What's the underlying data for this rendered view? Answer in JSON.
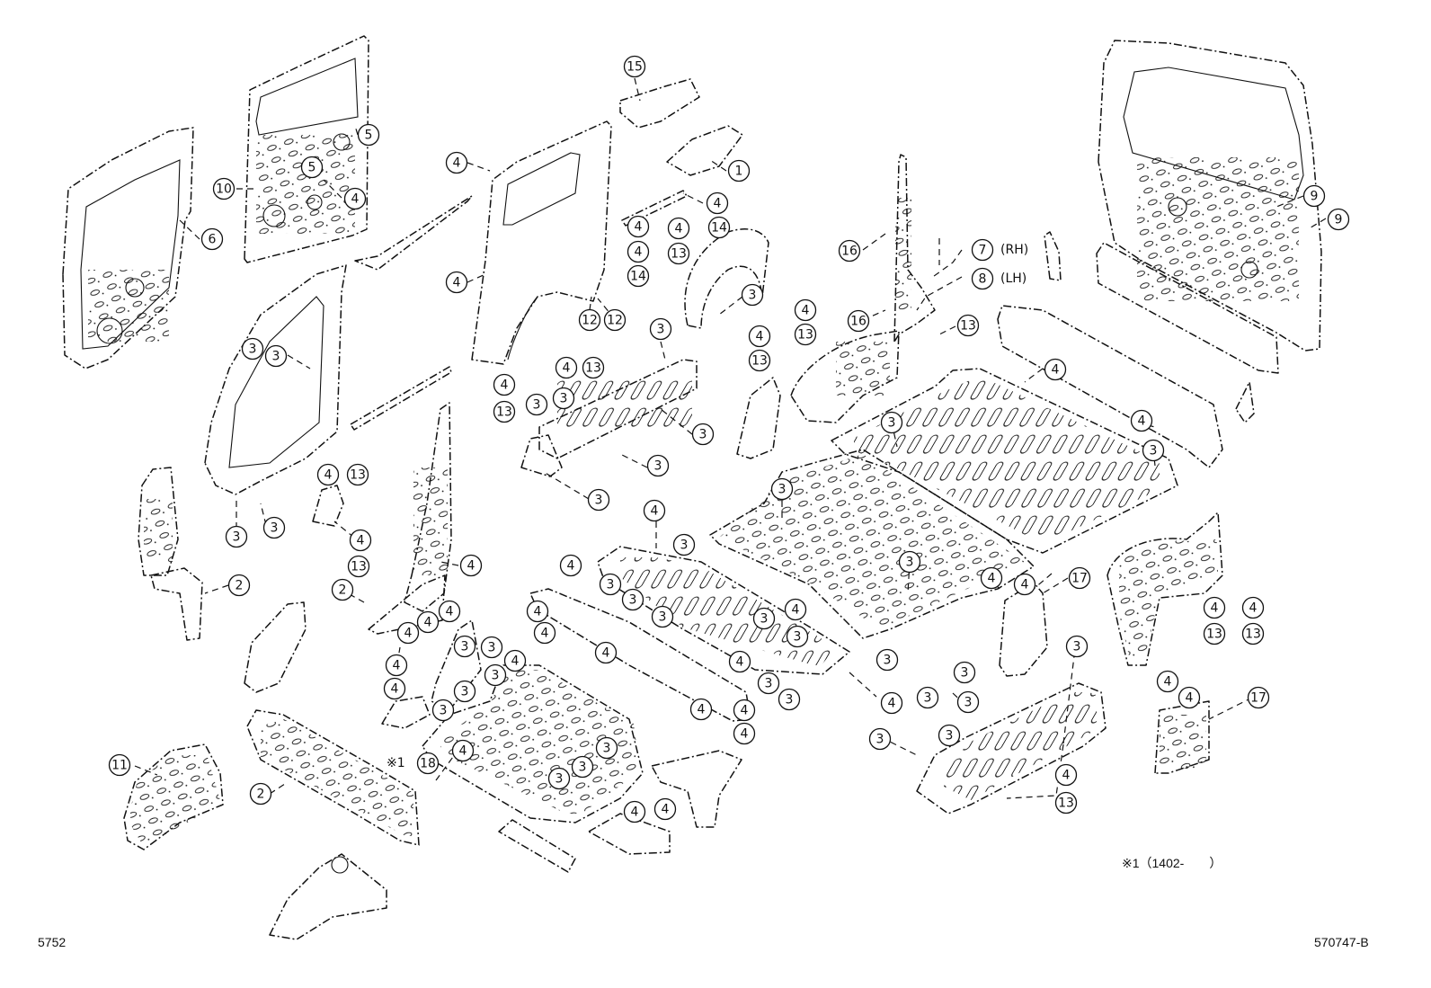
{
  "diagram_code_left": "5752",
  "diagram_code_right": "570747-B",
  "note_mark": "※1",
  "note_text": "※1（1402-　　）",
  "side_labels": {
    "rh": "(RH)",
    "lh": "(LH)"
  },
  "callouts": [
    {
      "id": "c15",
      "num": "15"
    },
    {
      "id": "c5a",
      "num": "5"
    },
    {
      "id": "c5b",
      "num": "5"
    },
    {
      "id": "c10",
      "num": "10"
    },
    {
      "id": "c4a",
      "num": "4"
    },
    {
      "id": "c6",
      "num": "6"
    },
    {
      "id": "c4b",
      "num": "4"
    },
    {
      "id": "c4c",
      "num": "4"
    },
    {
      "id": "c1",
      "num": "1"
    },
    {
      "id": "c4d",
      "num": "4"
    },
    {
      "id": "c4e",
      "num": "4"
    },
    {
      "id": "c14a",
      "num": "14"
    },
    {
      "id": "c4f",
      "num": "4"
    },
    {
      "id": "c13a",
      "num": "13"
    },
    {
      "id": "c4g",
      "num": "4"
    },
    {
      "id": "c14b",
      "num": "14"
    },
    {
      "id": "c12a",
      "num": "12"
    },
    {
      "id": "c12b",
      "num": "12"
    },
    {
      "id": "c3a",
      "num": "3"
    },
    {
      "id": "c3b",
      "num": "3"
    },
    {
      "id": "c3c",
      "num": "3"
    },
    {
      "id": "c4h",
      "num": "4"
    },
    {
      "id": "c13b",
      "num": "13"
    },
    {
      "id": "c4i",
      "num": "4"
    },
    {
      "id": "c13c",
      "num": "13"
    },
    {
      "id": "c3d",
      "num": "3"
    },
    {
      "id": "c3e",
      "num": "3"
    },
    {
      "id": "c3f",
      "num": "3"
    },
    {
      "id": "c3g",
      "num": "3"
    },
    {
      "id": "c3h",
      "num": "3"
    },
    {
      "id": "c16a",
      "num": "16"
    },
    {
      "id": "c7",
      "num": "7"
    },
    {
      "id": "c8",
      "num": "8"
    },
    {
      "id": "c16b",
      "num": "16"
    },
    {
      "id": "c13d",
      "num": "13"
    },
    {
      "id": "c4j",
      "num": "4"
    },
    {
      "id": "c13e",
      "num": "13"
    },
    {
      "id": "c4k",
      "num": "4"
    },
    {
      "id": "c13f",
      "num": "13"
    },
    {
      "id": "c9a",
      "num": "9"
    },
    {
      "id": "c9b",
      "num": "9"
    },
    {
      "id": "c4l",
      "num": "4"
    },
    {
      "id": "c4m",
      "num": "4"
    },
    {
      "id": "c3i",
      "num": "3"
    },
    {
      "id": "c3j",
      "num": "3"
    },
    {
      "id": "c3k",
      "num": "3"
    },
    {
      "id": "c3l",
      "num": "3"
    },
    {
      "id": "c3m",
      "num": "3"
    },
    {
      "id": "c4n",
      "num": "4"
    },
    {
      "id": "c13g",
      "num": "13"
    },
    {
      "id": "c4o",
      "num": "4"
    },
    {
      "id": "c3n",
      "num": "3"
    },
    {
      "id": "c3o",
      "num": "3"
    },
    {
      "id": "c2a",
      "num": "2"
    },
    {
      "id": "c4p",
      "num": "4"
    },
    {
      "id": "c13h",
      "num": "13"
    },
    {
      "id": "c2b",
      "num": "2"
    },
    {
      "id": "c4q",
      "num": "4"
    },
    {
      "id": "c4r",
      "num": "4"
    },
    {
      "id": "c4s",
      "num": "4"
    },
    {
      "id": "c4t",
      "num": "4"
    },
    {
      "id": "c4u",
      "num": "4"
    },
    {
      "id": "c3p",
      "num": "3"
    },
    {
      "id": "c4v",
      "num": "4"
    },
    {
      "id": "c3q",
      "num": "3"
    },
    {
      "id": "c3r",
      "num": "3"
    },
    {
      "id": "c3s",
      "num": "3"
    },
    {
      "id": "c4w",
      "num": "4"
    },
    {
      "id": "c4x",
      "num": "4"
    },
    {
      "id": "c4y",
      "num": "4"
    },
    {
      "id": "c3t",
      "num": "3"
    },
    {
      "id": "c3u",
      "num": "3"
    },
    {
      "id": "c3v",
      "num": "3"
    },
    {
      "id": "c4z",
      "num": "4"
    },
    {
      "id": "c18",
      "num": "18"
    },
    {
      "id": "c3w",
      "num": "3"
    },
    {
      "id": "c3x",
      "num": "3"
    },
    {
      "id": "c3y",
      "num": "3"
    },
    {
      "id": "c4aa",
      "num": "4"
    },
    {
      "id": "c4ab",
      "num": "4"
    },
    {
      "id": "c4ac",
      "num": "4"
    },
    {
      "id": "c4ad",
      "num": "4"
    },
    {
      "id": "c4ae",
      "num": "4"
    },
    {
      "id": "c3z",
      "num": "3"
    },
    {
      "id": "c3aa",
      "num": "3"
    },
    {
      "id": "c3ab",
      "num": "3"
    },
    {
      "id": "c4af",
      "num": "4"
    },
    {
      "id": "c4ag",
      "num": "4"
    },
    {
      "id": "c4ah",
      "num": "4"
    },
    {
      "id": "c4ai",
      "num": "4"
    },
    {
      "id": "c4aj",
      "num": "4"
    },
    {
      "id": "c3ac",
      "num": "3"
    },
    {
      "id": "c3ad",
      "num": "3"
    },
    {
      "id": "c3ae",
      "num": "3"
    },
    {
      "id": "c4ak",
      "num": "4"
    },
    {
      "id": "c3af",
      "num": "3"
    },
    {
      "id": "c3ag",
      "num": "3"
    },
    {
      "id": "c3ah",
      "num": "3"
    },
    {
      "id": "c3ai",
      "num": "3"
    },
    {
      "id": "c3aj",
      "num": "3"
    },
    {
      "id": "c3ak",
      "num": "3"
    },
    {
      "id": "c4al",
      "num": "4"
    },
    {
      "id": "c13i",
      "num": "13"
    },
    {
      "id": "c17a",
      "num": "17"
    },
    {
      "id": "c4am",
      "num": "4"
    },
    {
      "id": "c13j",
      "num": "13"
    },
    {
      "id": "c4an",
      "num": "4"
    },
    {
      "id": "c13k",
      "num": "13"
    },
    {
      "id": "c4ao",
      "num": "4"
    },
    {
      "id": "c4ap",
      "num": "4"
    },
    {
      "id": "c17b",
      "num": "17"
    },
    {
      "id": "c11",
      "num": "11"
    },
    {
      "id": "c2c",
      "num": "2"
    },
    {
      "id": "c4aq",
      "num": "4"
    },
    {
      "id": "c3al",
      "num": "3"
    }
  ]
}
